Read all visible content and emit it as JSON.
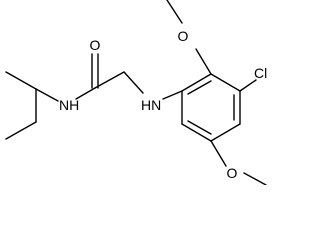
{
  "molecule": {
    "labels": {
      "carbonyl_oxygen": "O",
      "amide_nh": "NH",
      "aryl_nh": "HN",
      "methoxy_top_oxygen": "O",
      "chlorine": "Cl",
      "methoxy_bottom_oxygen": "O"
    }
  }
}
